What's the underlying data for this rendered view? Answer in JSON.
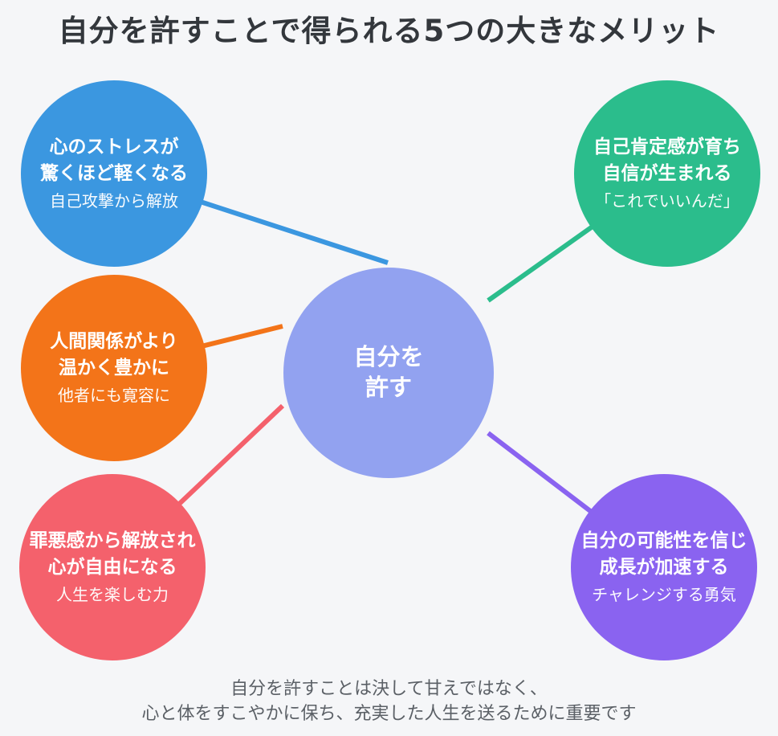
{
  "page": {
    "background_color": "#f5f6f8",
    "title": "自分を許すことで得られる5つの大きなメリット",
    "title_color": "#33373c",
    "footer": {
      "line1": "自分を許すことは決して甘えではなく、",
      "line2": "心と体をすこやかに保ち、充実した人生を送るために重要です",
      "color": "#5b6066"
    }
  },
  "center_node": {
    "line1": "自分を",
    "line2": "許す",
    "color": "#92a2f0",
    "text_color": "#ffffff"
  },
  "nodes": [
    {
      "id": "stress-relief",
      "position": "top-left",
      "color": "#3b97e0",
      "title_line1": "心のストレスが",
      "title_line2": "驚くほど軽くなる",
      "subtitle": "自己攻撃から解放"
    },
    {
      "id": "self-esteem",
      "position": "top-right",
      "color": "#2bbd8c",
      "title_line1": "自己肯定感が育ち",
      "title_line2": "自信が生まれる",
      "subtitle": "「これでいいんだ」"
    },
    {
      "id": "relationships",
      "position": "middle-left",
      "color": "#f37419",
      "title_line1": "人間関係がより",
      "title_line2": "温かく豊かに",
      "subtitle": "他者にも寛容に"
    },
    {
      "id": "guilt-release",
      "position": "bottom-left",
      "color": "#f4616c",
      "title_line1": "罪悪感から解放され",
      "title_line2": "心が自由になる",
      "subtitle": "人生を楽しむ力"
    },
    {
      "id": "growth",
      "position": "bottom-right",
      "color": "#8a63f0",
      "title_line1": "自分の可能性を信じ",
      "title_line2": "成長が加速する",
      "subtitle": "チャレンジする勇気"
    }
  ]
}
